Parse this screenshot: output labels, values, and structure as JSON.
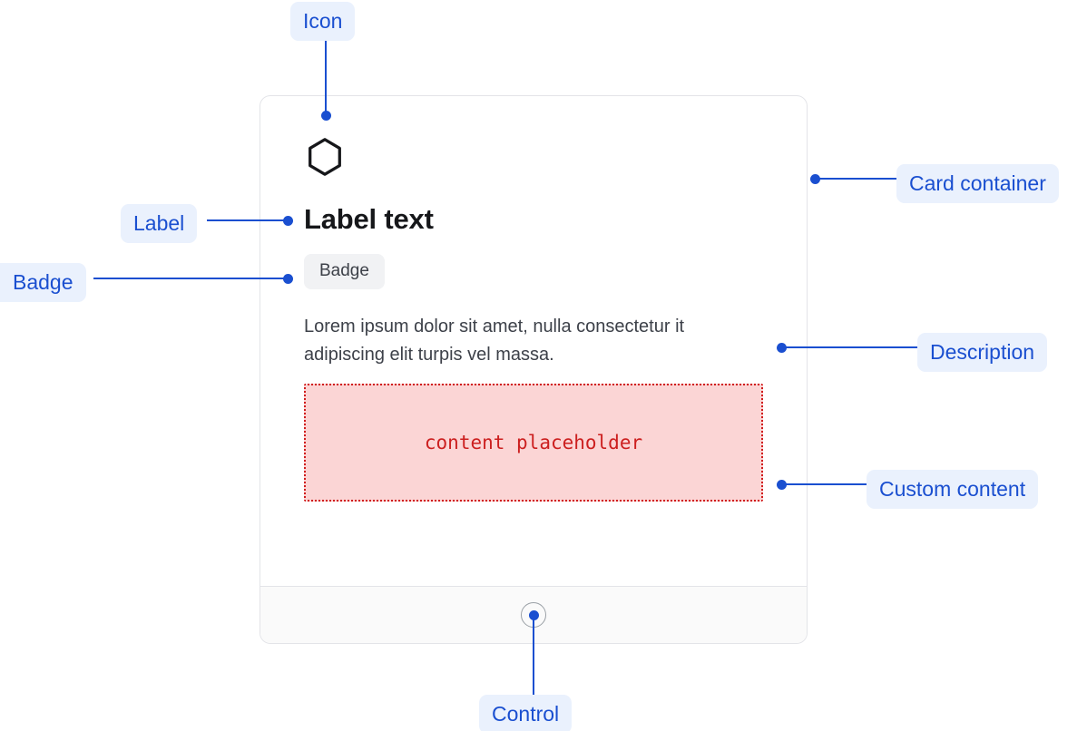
{
  "card": {
    "icon_name": "hexagon-icon",
    "title": "Label text",
    "badge": "Badge",
    "description": "Lorem ipsum dolor sit amet, nulla consectetur it adipiscing elit turpis vel massa.",
    "custom_content_placeholder": "content placeholder",
    "footer_control_name": "circle-control"
  },
  "annotations": {
    "icon": "Icon",
    "card_container": "Card container",
    "label": "Label",
    "badge": "Badge",
    "description": "Description",
    "custom_content": "Custom content",
    "control": "Control"
  },
  "colors": {
    "annotation_accent": "#1a4fd0",
    "annotation_pill_bg": "#eaf1fd",
    "card_border": "#e3e4e8",
    "badge_bg": "#f1f2f4",
    "footer_bg": "#fafafa",
    "placeholder_bg": "#fbd5d5",
    "placeholder_border": "#d01c1c",
    "placeholder_text": "#cc1f1f",
    "title_text": "#16171a",
    "body_text": "#3d4149"
  }
}
